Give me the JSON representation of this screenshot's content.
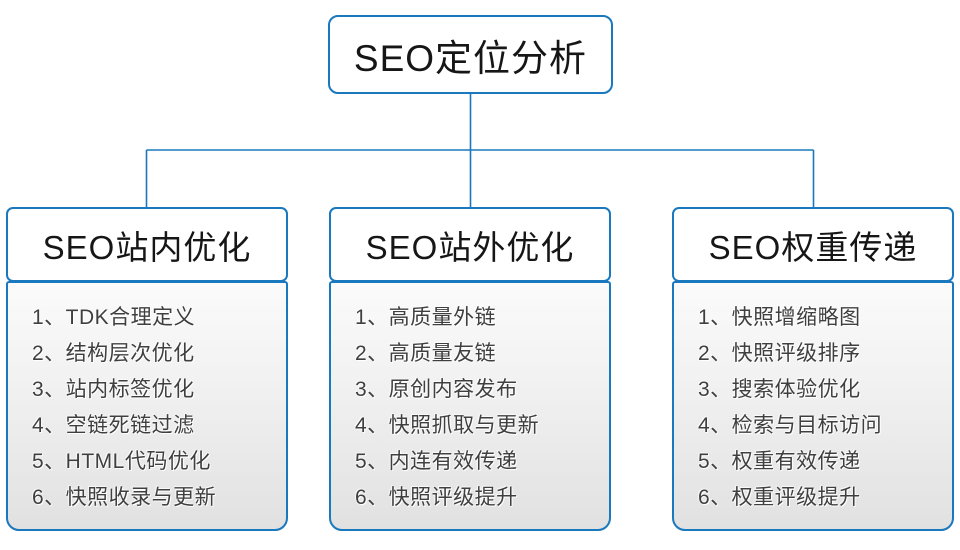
{
  "root": {
    "title": "SEO定位分析"
  },
  "colors": {
    "accent": "#1a78be",
    "item_text": "#3f3f3f",
    "header_text": "#161616",
    "body_gradient_top": "#fbfbfb",
    "body_gradient_bottom": "#e1e1e1"
  },
  "columns": [
    {
      "title": "SEO站内优化",
      "items": [
        "1、TDK合理定义",
        "2、结构层次优化",
        "3、站内标签优化",
        "4、空链死链过滤",
        "5、HTML代码优化",
        "6、快照收录与更新"
      ]
    },
    {
      "title": "SEO站外优化",
      "items": [
        "1、高质量外链",
        "2、高质量友链",
        "3、原创内容发布",
        "4、快照抓取与更新",
        "5、内连有效传递",
        "6、快照评级提升"
      ]
    },
    {
      "title": "SEO权重传递",
      "items": [
        "1、快照增缩略图",
        "2、快照评级排序",
        "3、搜索体验优化",
        "4、检索与目标访问",
        "5、权重有效传递",
        "6、权重评级提升"
      ]
    }
  ]
}
